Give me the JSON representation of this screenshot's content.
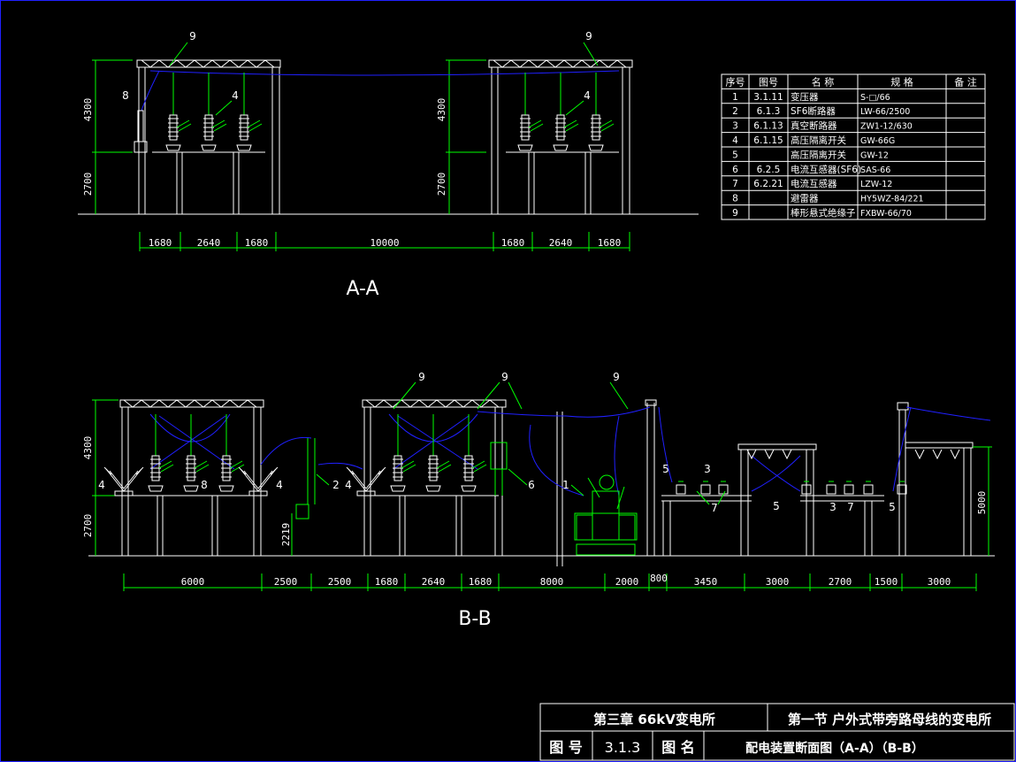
{
  "colors": {
    "background": "#000000",
    "structure": "#ffffff",
    "equipment": "#00ff00",
    "conductor": "#2020ff",
    "text": "#ffffff"
  },
  "section_aa": {
    "title": "A-A",
    "heights": [
      "4300",
      "2700",
      "4300",
      "2700"
    ],
    "spans": [
      "1680",
      "2640",
      "1680",
      "10000",
      "1680",
      "2640",
      "1680"
    ],
    "labels": [
      "9",
      "8",
      "4",
      "9",
      "4"
    ]
  },
  "section_bb": {
    "title": "B-B",
    "heights": [
      "4300",
      "2700",
      "2219",
      "5000"
    ],
    "spans": [
      "6000",
      "2500",
      "2500",
      "1680",
      "2640",
      "1680",
      "8000",
      "2000",
      "800",
      "3450",
      "3000",
      "2700",
      "1500",
      "3000"
    ],
    "labels": [
      "9",
      "9",
      "9",
      "4",
      "8",
      "4",
      "2",
      "4",
      "6",
      "1",
      "5",
      "3",
      "7",
      "5",
      "3",
      "7",
      "5"
    ]
  },
  "equipment_table": {
    "headers": [
      "序号",
      "图号",
      "名  称",
      "规  格",
      "备 注"
    ],
    "rows": [
      [
        "1",
        "3.1.11",
        "变压器",
        "S-□/66",
        ""
      ],
      [
        "2",
        "6.1.3",
        "SF6断路器",
        "LW-66/2500",
        ""
      ],
      [
        "3",
        "6.1.13",
        "真空断路器",
        "ZW1-12/630",
        ""
      ],
      [
        "4",
        "6.1.15",
        "高压隔离开关",
        "GW-66G",
        ""
      ],
      [
        "5",
        "",
        "高压隔离开关",
        "GW-12",
        ""
      ],
      [
        "6",
        "6.2.5",
        "电流互感器(SF6)",
        "SAS-66",
        ""
      ],
      [
        "7",
        "6.2.21",
        "电流互感器",
        "LZW-12",
        ""
      ],
      [
        "8",
        "",
        "避雷器",
        "HY5WZ-84/221",
        ""
      ],
      [
        "9",
        "",
        "棒形悬式绝缘子",
        "FXBW-66/70",
        ""
      ]
    ]
  },
  "title_block": {
    "chapter": "第三章  66kV变电所",
    "section": "第一节 户外式带旁路母线的变电所",
    "drawing_no_label": "图  号",
    "drawing_no": "3.1.3",
    "drawing_name_label": "图  名",
    "drawing_name": "配电装置断面图（A-A）（B-B）"
  }
}
